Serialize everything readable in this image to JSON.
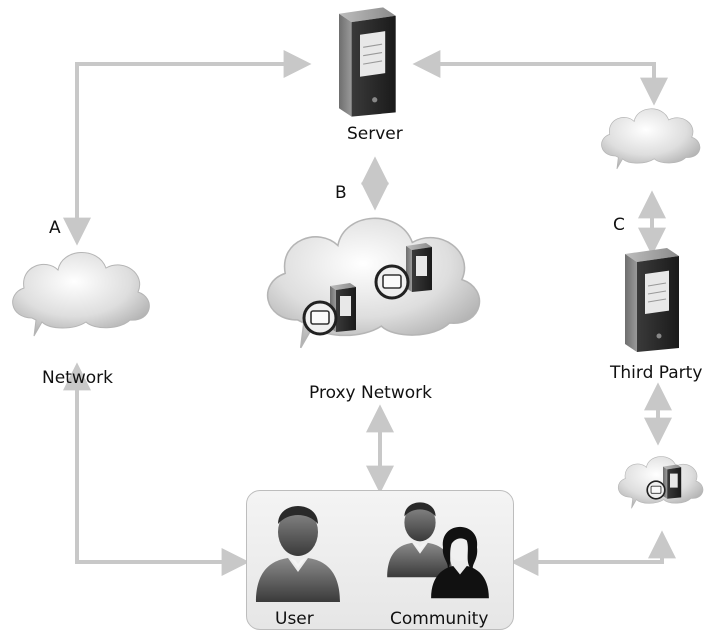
{
  "labels": {
    "server": "Server",
    "network": "Network",
    "proxy_network": "Proxy Network",
    "third_party": "Third Party",
    "user": "User",
    "community": "Community",
    "letter_a": "A",
    "letter_b": "B",
    "letter_c": "C"
  },
  "colors": {
    "arrow": "#c8c8c8",
    "cloud_light": "#f2f2f2",
    "cloud_dark": "#a9a9a9",
    "server_dark": "#2b2b2b",
    "person": "#555555"
  },
  "icons": [
    "server-icon",
    "cloud-icon",
    "proxy-server-icon",
    "user-icon",
    "community-icon"
  ]
}
